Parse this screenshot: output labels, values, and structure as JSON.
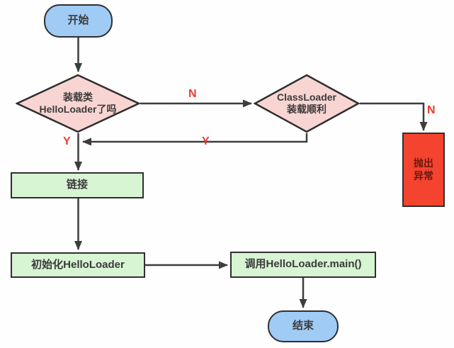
{
  "diagram_title": "HelloLoader class loading flowchart",
  "nodes": {
    "start": {
      "label": "开始",
      "type": "terminal"
    },
    "decision_load_class": {
      "label_line1": "装载类",
      "label_line2": "HelloLoader了吗",
      "type": "decision"
    },
    "decision_classloader": {
      "label_line1": "ClassLoader",
      "label_line2": "装载顺利",
      "type": "decision"
    },
    "throw_exception": {
      "label_line1": "抛出",
      "label_line2": "异常",
      "type": "process-exception"
    },
    "link": {
      "label": "链接",
      "type": "process"
    },
    "initialize": {
      "label": "初始化HelloLoader",
      "type": "process"
    },
    "call_main": {
      "label": "调用HelloLoader.main()",
      "type": "process"
    },
    "end": {
      "label": "结束",
      "type": "terminal"
    }
  },
  "edge_labels": {
    "n_load_to_classloader": "N",
    "n_classloader_to_exception": "N",
    "y_load_to_link": "Y",
    "y_classloader_return": "Y"
  },
  "colors": {
    "terminal_fill": "#9fcbf5",
    "decision_fill": "#f8d5d2",
    "process_fill": "#d7f4d3",
    "exception_fill": "#f4432e",
    "edge_label": "#ee3a2c",
    "line": "#3d3d3d",
    "node_border": "#2f2f2f",
    "text": "#3b3b3b",
    "exception_text": "#6b1a10",
    "canvas_bg": "#fefefe"
  }
}
